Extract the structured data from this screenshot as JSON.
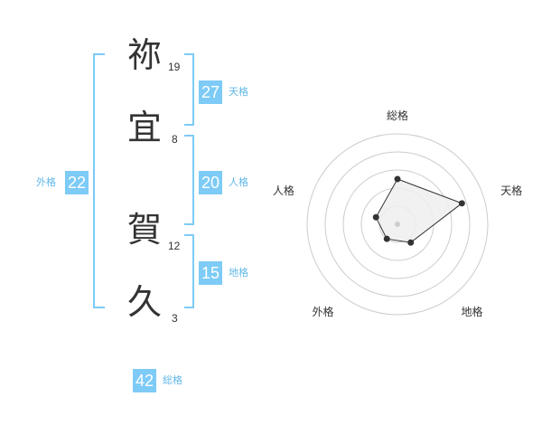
{
  "name": {
    "chars": [
      {
        "char": "祢",
        "strokes": "19"
      },
      {
        "char": "宜",
        "strokes": "8"
      },
      {
        "char": "賀",
        "strokes": "12"
      },
      {
        "char": "久",
        "strokes": "3"
      }
    ]
  },
  "fortunes": {
    "tenkaku": {
      "value": "27",
      "label": "天格"
    },
    "jinkaku": {
      "value": "20",
      "label": "人格"
    },
    "chikaku": {
      "value": "15",
      "label": "地格"
    },
    "gaikaku": {
      "value": "22",
      "label": "外格"
    },
    "soukaku": {
      "value": "42",
      "label": "総格"
    }
  },
  "radar": {
    "axis_labels": [
      "総格",
      "天格",
      "地格",
      "外格",
      "人格"
    ],
    "levels": [
      0.5,
      0.75,
      0.25,
      0.2,
      0.25
    ],
    "rings": 5,
    "colors": {
      "ring": "#cccccc",
      "fill": "#efefef",
      "line": "#333333",
      "point": "#333333",
      "center": "#cccccc"
    }
  },
  "colors": {
    "bracket": "#7dcbf6",
    "badge": "#7dcbf6",
    "badge_label": "#62b8e8"
  }
}
